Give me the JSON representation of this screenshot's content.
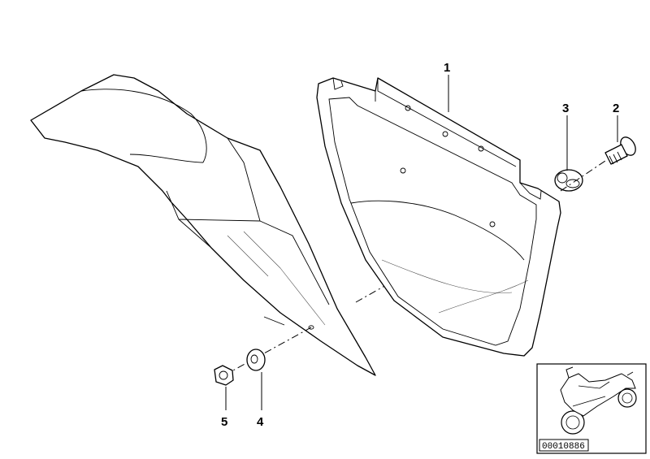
{
  "callouts": {
    "c1": "1",
    "c2": "2",
    "c3": "3",
    "c4": "4",
    "c5": "5"
  },
  "reference_code": "00010886"
}
